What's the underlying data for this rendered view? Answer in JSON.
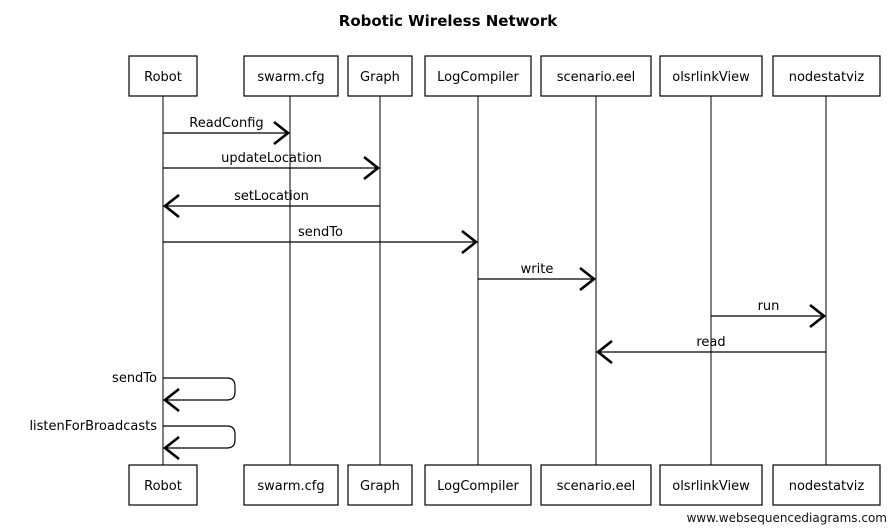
{
  "diagram": {
    "title": "Robotic Wireless Network",
    "participants": [
      {
        "id": "robot",
        "label": "Robot"
      },
      {
        "id": "swarm",
        "label": "swarm.cfg"
      },
      {
        "id": "graph",
        "label": "Graph"
      },
      {
        "id": "logcompiler",
        "label": "LogCompiler"
      },
      {
        "id": "scenario",
        "label": "scenario.eel"
      },
      {
        "id": "olsrlinkview",
        "label": "olsrlinkView"
      },
      {
        "id": "nodestatviz",
        "label": "nodestatviz"
      }
    ],
    "messages": [
      {
        "from": "robot",
        "to": "swarm",
        "label": "ReadConfig"
      },
      {
        "from": "robot",
        "to": "graph",
        "label": "updateLocation"
      },
      {
        "from": "graph",
        "to": "robot",
        "label": "setLocation"
      },
      {
        "from": "robot",
        "to": "logcompiler",
        "label": "sendTo"
      },
      {
        "from": "logcompiler",
        "to": "scenario",
        "label": "write"
      },
      {
        "from": "olsrlinkview",
        "to": "nodestatviz",
        "label": "run"
      },
      {
        "from": "nodestatviz",
        "to": "scenario",
        "label": "read"
      },
      {
        "from": "robot",
        "to": "robot",
        "label": "sendTo"
      },
      {
        "from": "robot",
        "to": "robot",
        "label": "listenForBroadcasts"
      }
    ]
  },
  "footer": {
    "watermark": "www.websequencediagrams.com"
  }
}
